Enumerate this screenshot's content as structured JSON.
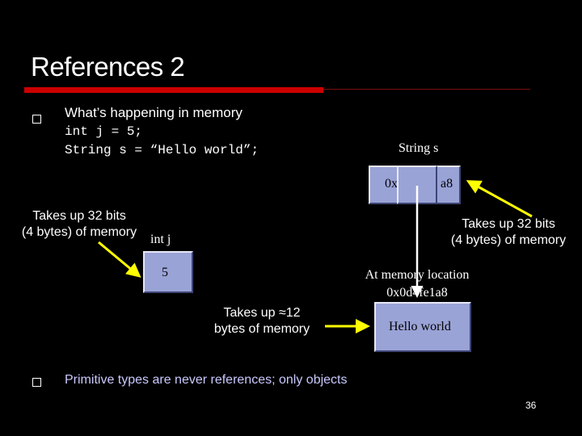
{
  "slide": {
    "title": "References 2",
    "page_number": "36"
  },
  "bullets": [
    {
      "line1": "What’s happening in memory",
      "code1": "int j = 5;",
      "code2": "String s = “Hello world”;"
    },
    {
      "text": "Primitive types are never references; only objects"
    }
  ],
  "diagram": {
    "string_label": "String s",
    "int_label": "int j",
    "int_value": "5",
    "address_left": "0x",
    "address_right": "a8",
    "location_caption_line1": "At memory location",
    "location_caption_line2": "0x0d4fe1a8",
    "hello_text": "Hello world",
    "note_left_line1": "Takes up 32 bits",
    "note_left_line2": "(4 bytes) of memory",
    "note_right_line1": "Takes up 32 bits",
    "note_right_line2": "(4 bytes) of memory",
    "note_middle_line1": "Takes up ≈12",
    "note_middle_line2": "bytes of memory"
  },
  "colors": {
    "background": "#000000",
    "title_rule": "#cc0000",
    "memory_cell": "#9aa3d6",
    "arrow": "#ffff00"
  }
}
